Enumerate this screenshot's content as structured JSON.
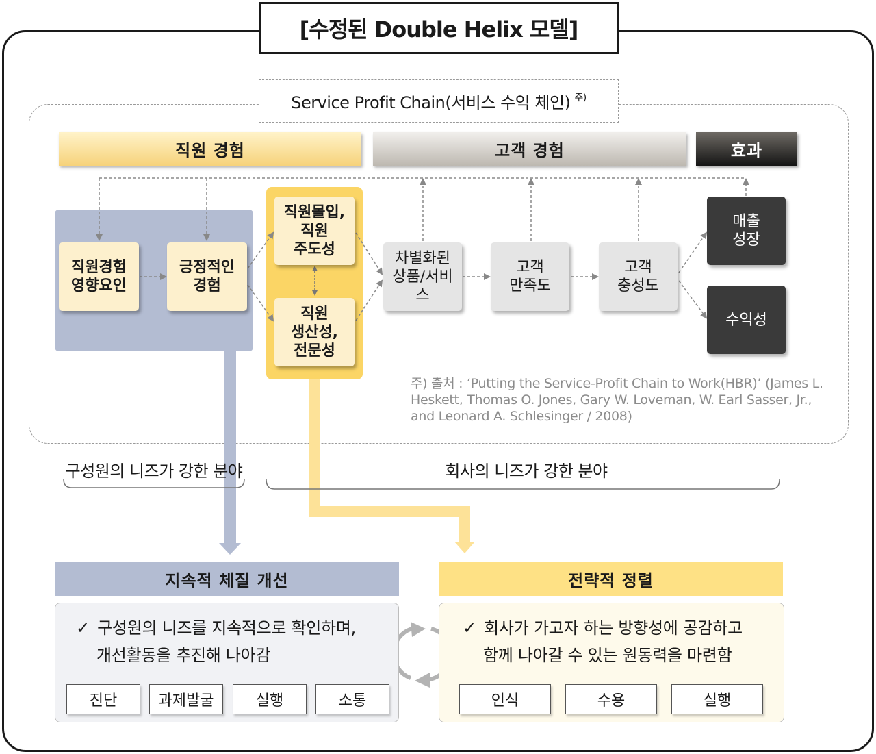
{
  "title": "[수정된 Double Helix 모델]",
  "service_profit_chain": {
    "label": "Service Profit Chain(서비스 수익 체인)",
    "note_marker": "주)"
  },
  "bands": {
    "employee_experience": "직원 경험",
    "customer_experience": "고객 경험",
    "effect": "효과"
  },
  "nodes": {
    "employee_factors": "직원경험\n영향요인",
    "positive_experience": "긍정적인\n경험",
    "engagement": "직원몰입,\n직원\n주도성",
    "productivity": "직원\n생산성,\n전문성",
    "differentiated": "차별화된\n상품/서비\n스",
    "satisfaction": "고객\n만족도",
    "loyalty": "고객\n충성도",
    "revenue": "매출\n성장",
    "profit": "수익성"
  },
  "footnote": "주) 출처 : ‘Putting the Service-Profit Chain to Work(HBR)’ (James L. Heskett, Thomas O. Jones, Gary W. Loveman, W. Earl Sasser, Jr., and Leonard A. Schlesinger / 2008)",
  "areas": {
    "member_needs": "구성원의 니즈가 강한 분야",
    "company_needs": "회사의 니즈가 강한 분야"
  },
  "left_section": {
    "title": "지속적 체질 개선",
    "check": "✓",
    "line1": "구성원의 니즈를 지속적으로 확인하며,",
    "line2": "개선활동을 추진해 나아감",
    "chips": [
      "진단",
      "과제발굴",
      "실행",
      "소통"
    ]
  },
  "right_section": {
    "title": "전략적 정렬",
    "check": "✓",
    "line1": "회사가 가고자 하는 방향성에 공감하고",
    "line2": "함께 나아갈 수 있는 원동력을 마련함",
    "chips": [
      "인식",
      "수용",
      "실행"
    ]
  },
  "colors": {
    "employee_blue": "#b3bcd2",
    "gold": "#fbd565",
    "cream": "#fdf0cd",
    "dark": "#3a3a3a"
  }
}
